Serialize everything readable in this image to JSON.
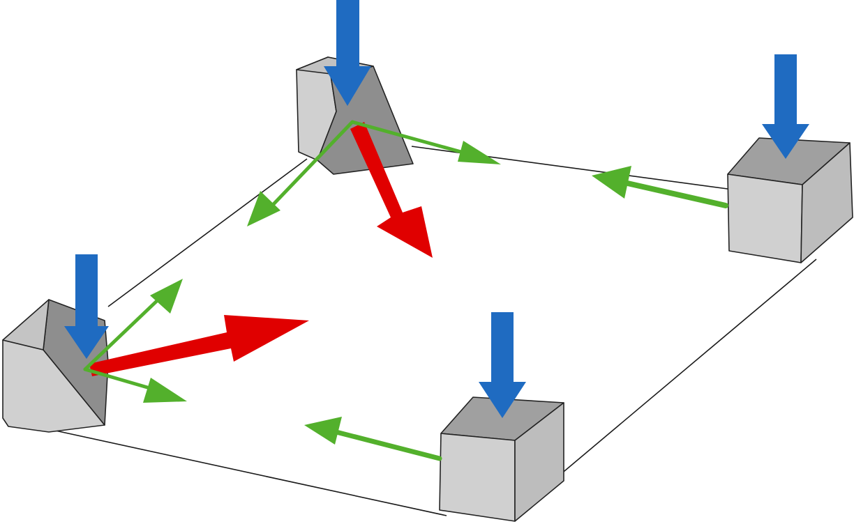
{
  "diagram": {
    "kind": "force-diagram",
    "text_labels": [],
    "colors": {
      "background": "#ffffff",
      "outline": "#1a1a1a",
      "block_top": "#a0a0a0",
      "block_front": "#d0d0d0",
      "block_side": "#bdbdbd",
      "wedge_slope": "#8e8e8e",
      "vertical_force": "#1f6bc1",
      "reaction_force": "#e00000",
      "component_force": "#53b02c"
    },
    "components": [
      {
        "name": "wedge-support-back",
        "shape": "wedge"
      },
      {
        "name": "wedge-support-left",
        "shape": "wedge"
      },
      {
        "name": "block-support-right",
        "shape": "block"
      },
      {
        "name": "block-support-front",
        "shape": "block"
      }
    ],
    "forces": {
      "vertical_load_count": 4,
      "resultant_reaction_count": 2,
      "component_count": 6
    }
  }
}
